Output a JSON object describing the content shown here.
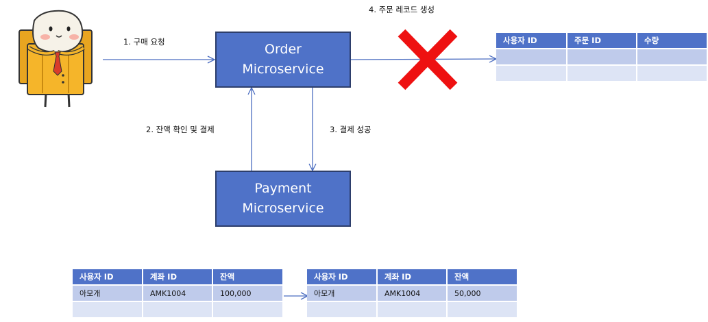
{
  "services": {
    "order": {
      "line1": "Order",
      "line2": "Microservice"
    },
    "payment": {
      "line1": "Payment",
      "line2": "Microservice"
    }
  },
  "steps": {
    "s1": "1. 구매 요청",
    "s2": "2. 잔액 확인 및 결제",
    "s3": "3. 결제 성공",
    "s4": "4. 주문 레코드 생성"
  },
  "order_table": {
    "headers": [
      "사용자 ID",
      "주문 ID",
      "수량"
    ],
    "rows": [
      [
        "",
        "",
        ""
      ],
      [
        "",
        "",
        ""
      ]
    ]
  },
  "account_before": {
    "headers": [
      "사용자 ID",
      "계좌 ID",
      "잔액"
    ],
    "rows": [
      [
        "아모개",
        "AMK1004",
        "100,000"
      ],
      [
        "",
        "",
        ""
      ]
    ]
  },
  "account_after": {
    "headers": [
      "사용자 ID",
      "계좌 ID",
      "잔액"
    ],
    "rows": [
      [
        "아모개",
        "AMK1004",
        "50,000"
      ],
      [
        "",
        "",
        ""
      ]
    ]
  },
  "colors": {
    "box_fill": "#4f72c8",
    "box_border": "#2d3e6b",
    "arrow": "#4a6cc0",
    "cross": "#ee1111",
    "header": "#4f72c8",
    "row": "#bfcbeb",
    "row_alt": "#dde4f5"
  },
  "icons": {
    "user": "mascot-icon",
    "fail": "cross-icon"
  }
}
